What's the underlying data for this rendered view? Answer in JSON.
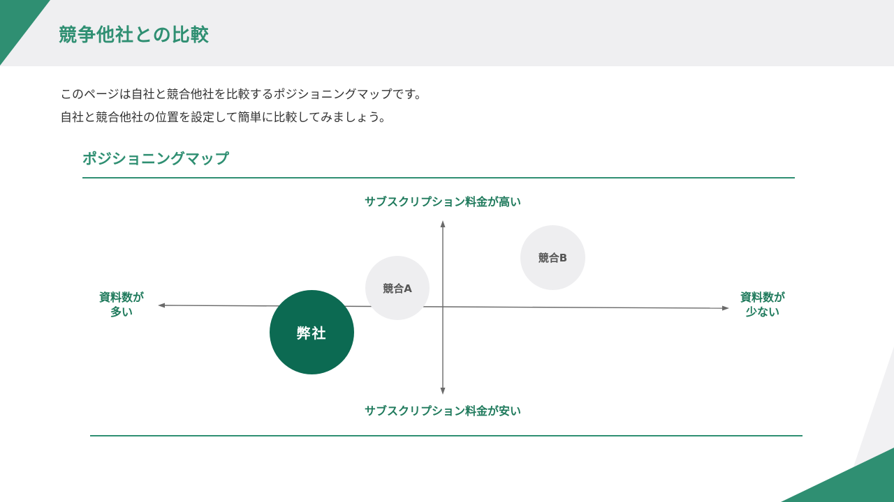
{
  "page": {
    "title": "競争他社との比較",
    "intro_lines": [
      "このページは自社と競合他社を比較するポジショニングマップです。",
      "自社と競合他社の位置を設定して簡単に比較してみましょう。"
    ]
  },
  "map": {
    "heading": "ポジショニングマップ",
    "axis": {
      "top": "サブスクリプション料金が高い",
      "bottom": "サブスクリプション料金が安い",
      "left_line1": "資料数が",
      "left_line2": "多い",
      "right_line1": "資料数が",
      "right_line2": "少ない"
    },
    "bubbles": {
      "own": "弊社",
      "competitor_a": "競合A",
      "competitor_b": "競合B"
    }
  },
  "colors": {
    "accent": "#2f8f72",
    "own_bubble": "#0c6a52",
    "competitor_bubble": "#eeeef0",
    "header_band": "#efeff1"
  }
}
